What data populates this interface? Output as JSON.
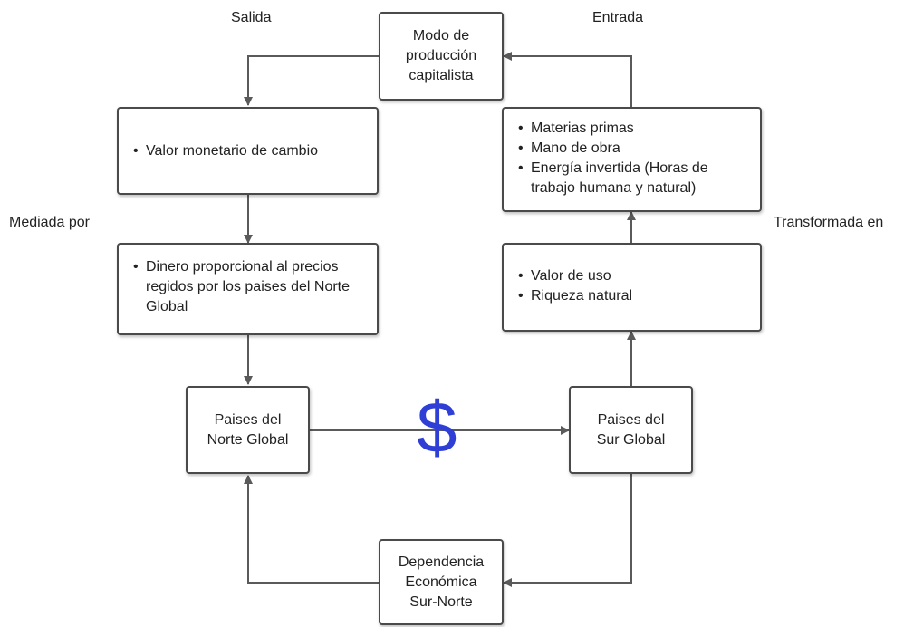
{
  "labels": {
    "salida": "Salida",
    "entrada": "Entrada",
    "mediada": "Mediada por",
    "transformada": "Transformada en"
  },
  "boxes": {
    "modo": [
      "Modo de",
      "producción",
      "capitalista"
    ],
    "valor_monetario": [
      "Valor monetario de cambio"
    ],
    "materias": [
      "Materias primas",
      "Mano de obra",
      "Energía invertida (Horas de trabajo humana y natural)"
    ],
    "dinero": [
      "Dinero proporcional al precios regidos por los paises del Norte Global"
    ],
    "valor_uso": [
      "Valor de uso",
      "Riqueza natural"
    ],
    "norte": [
      "Paises del",
      "Norte Global"
    ],
    "sur": [
      "Paises del",
      "Sur Global"
    ],
    "dependencia": [
      "Dependencia",
      "Económica",
      "Sur-Norte"
    ]
  },
  "symbol": "$",
  "colors": {
    "line": "#5a5a5a",
    "border": "#4a4a4a",
    "dollar": "#2f3fd6"
  }
}
